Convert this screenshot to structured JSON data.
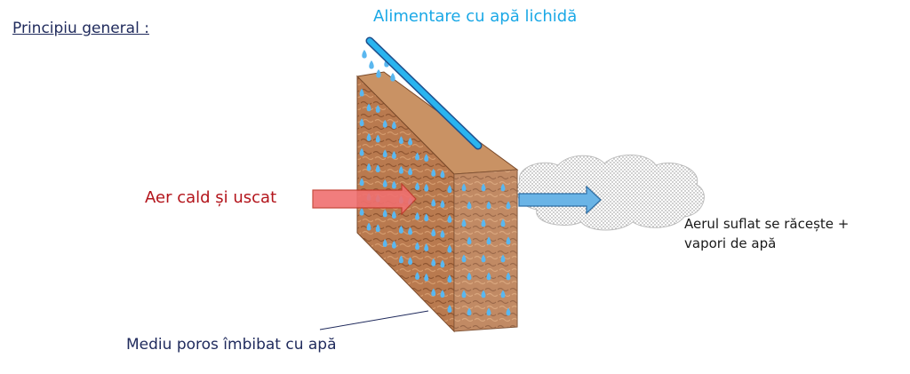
{
  "title": "Principiu general :",
  "labels": {
    "water_supply": "Alimentare cu apă lichidă",
    "hot_dry_air": "Aer cald și uscat",
    "cooled_air_line1": "Aerul suflat se răcește +",
    "cooled_air_line2": "vapori de apă",
    "porous_medium": "Mediu poros îmbibat cu apă"
  },
  "colors": {
    "water": "#1aa8e6",
    "hot_air": "#b3141b",
    "porous_block": "#b97a4f",
    "cool_arrow": "#5aa8dc"
  }
}
